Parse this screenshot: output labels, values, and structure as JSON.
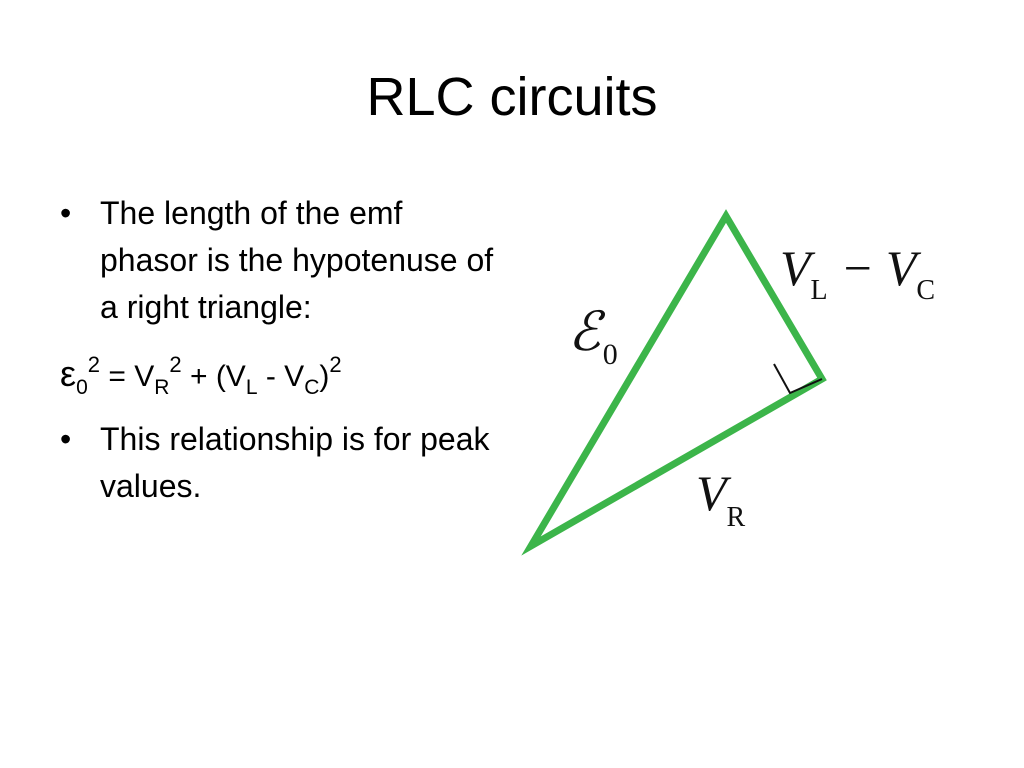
{
  "slide": {
    "title": "RLC circuits",
    "bullets": [
      "The length of the emf phasor is the hypotenuse of a right triangle:",
      "This relationship is for peak values."
    ],
    "bullet_symbol": "•",
    "equation": {
      "epsilon": "ε",
      "sub0": "0",
      "sq1": "2",
      "eq_plus_vr": " = V",
      "subR": "R",
      "sq2": "2",
      "plus_open": " + (V",
      "subL": "L",
      "minus_v": " - V",
      "subC": "C",
      "close": ")",
      "sq3": "2"
    }
  },
  "diagram": {
    "triangle_color": "#3cb54a",
    "labels": {
      "emf_symbol": "ℰ",
      "emf_sub": "0",
      "vl_v": "V",
      "vl_sub": "L",
      "minus": "−",
      "vc_v": "V",
      "vc_sub": "C",
      "vr_v": "V",
      "vr_sub": "R"
    }
  }
}
